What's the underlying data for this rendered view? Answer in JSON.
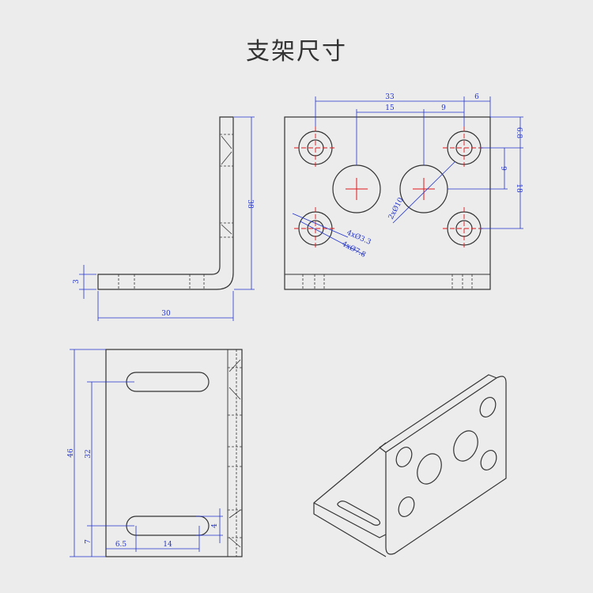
{
  "title": "支架尺寸",
  "colors": {
    "background": "#ececec",
    "outline": "#333333",
    "dimension": "#2233cc",
    "centerline": "#e0191b",
    "title": "#333333"
  },
  "dimensions": {
    "side_height": "38",
    "side_thickness": "3",
    "side_width": "30",
    "front_overall": "33",
    "front_holes_spacing": "15",
    "front_offset": "9",
    "front_edge": "6",
    "front_top": "6.8",
    "front_vertical_9": "9",
    "front_vertical_18": "18",
    "big_hole_callout": "2xØ10",
    "small_hole_callout": "4xØ3.3",
    "counterbore_callout": "4xØ7.8",
    "bottom_overall": "46",
    "bottom_slot_spacing": "32",
    "bottom_edge": "7",
    "slot_width": "4",
    "slot_offset": "6.5",
    "slot_length": "14"
  }
}
